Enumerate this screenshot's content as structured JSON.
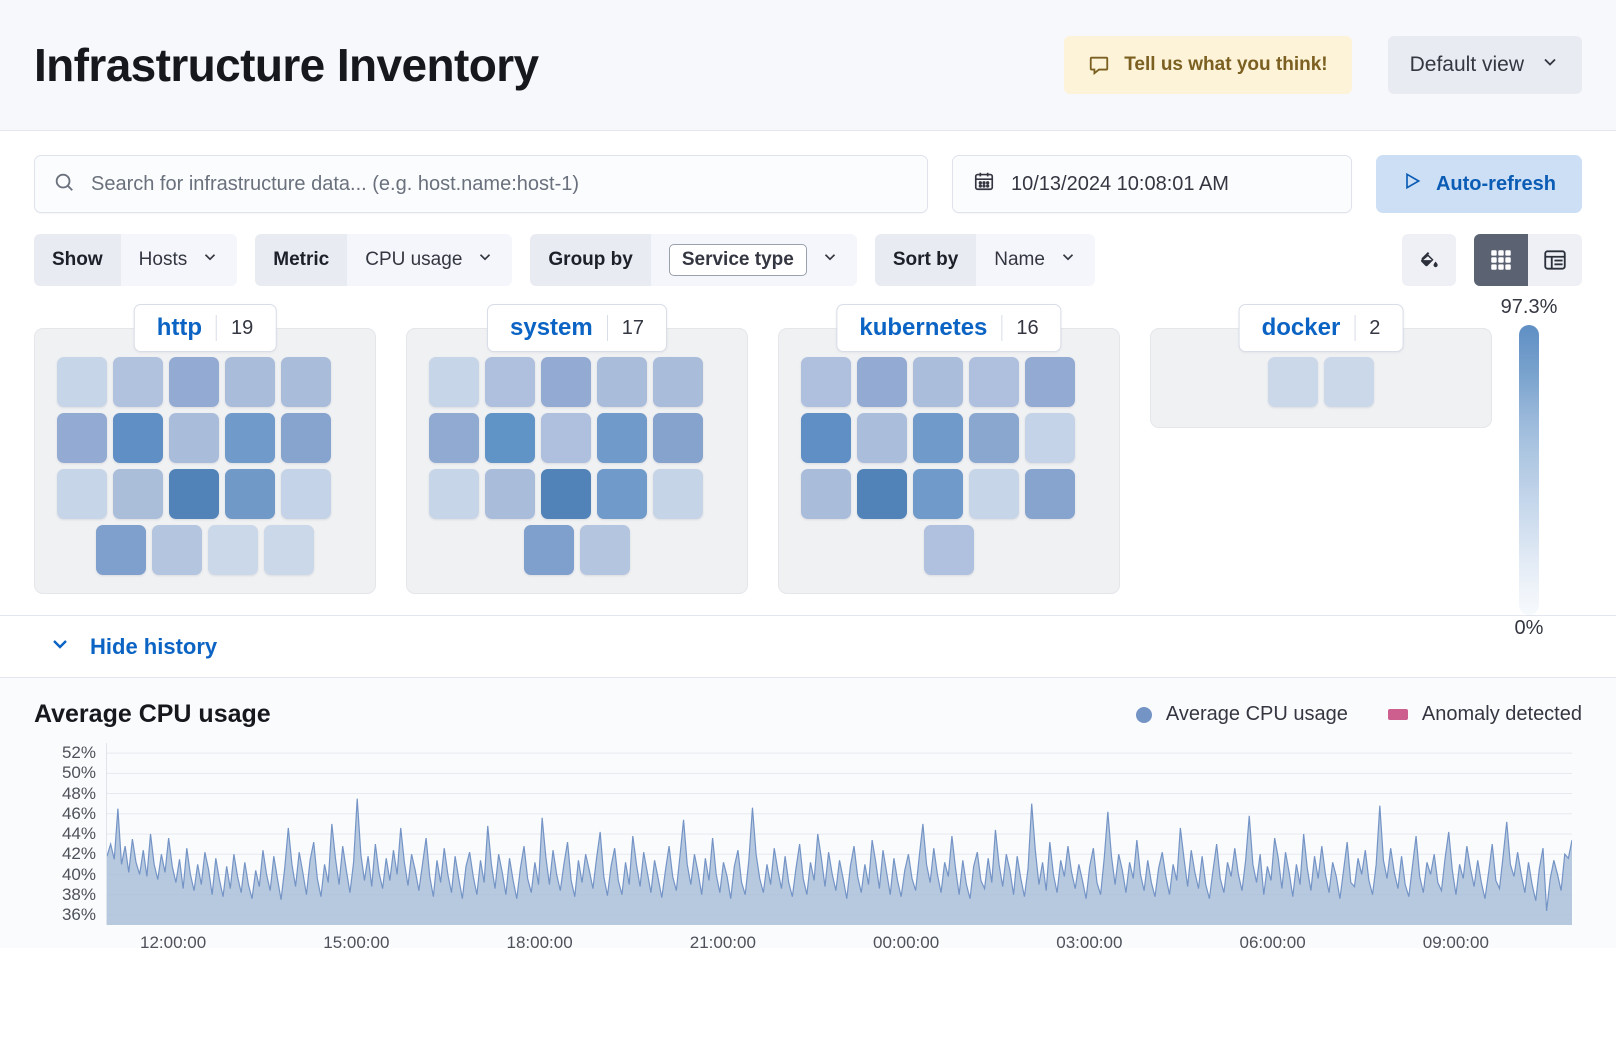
{
  "header": {
    "title": "Infrastructure Inventory",
    "feedback_label": "Tell us what you think!",
    "feedback_icon": "chat-icon",
    "view_label": "Default view",
    "view_chevron": "chevron-down-icon"
  },
  "search": {
    "icon": "search-icon",
    "placeholder": "Search for infrastructure data... (e.g. host.name:host-1)",
    "value": ""
  },
  "datepicker": {
    "icon": "calendar-icon",
    "value": "10/13/2024 10:08:01 AM"
  },
  "autorefresh": {
    "icon": "play-icon",
    "label": "Auto-refresh"
  },
  "filters": [
    {
      "label": "Show",
      "value": "Hosts",
      "boxed": false,
      "icon": "chevron-down-icon"
    },
    {
      "label": "Metric",
      "value": "CPU usage",
      "boxed": false,
      "icon": "chevron-down-icon"
    },
    {
      "label": "Group by",
      "value": "Service type",
      "boxed": true,
      "icon": "chevron-down-icon"
    },
    {
      "label": "Sort by",
      "value": "Name",
      "boxed": false,
      "icon": "chevron-down-icon"
    }
  ],
  "view_tools": {
    "legend_button_icon": "paint-bucket-icon",
    "grid_view_icon": "grid-view-icon",
    "table_view_icon": "table-view-icon",
    "active_view": "grid"
  },
  "legend_scale": {
    "max": "97.3%",
    "min": "0%",
    "color_high": "#5f8fc4",
    "color_low": "#f7fafd"
  },
  "groups": [
    {
      "name": "http",
      "count": "19",
      "rows": [
        {
          "center": false,
          "cells": [
            "#c7d5e8",
            "#b0c2de",
            "#93abd2",
            "#a9bddb",
            "#a9bddb"
          ]
        },
        {
          "center": false,
          "cells": [
            "#93abd2",
            "#5f8fc4",
            "#a9bddb",
            "#6f9ac9",
            "#87a4ce"
          ]
        },
        {
          "center": false,
          "cells": [
            "#c7d5e8",
            "#aabed9",
            "#5183b9",
            "#7099c8",
            "#c4d3e7"
          ]
        },
        {
          "center": true,
          "cells": [
            "#7f9fcc",
            "#b4c5e0",
            "#cbd8ea",
            "#cbd8ea"
          ]
        }
      ]
    },
    {
      "name": "system",
      "count": "17",
      "rows": [
        {
          "center": false,
          "cells": [
            "#c7d5e8",
            "#aec0dd",
            "#93abd2",
            "#a9bddb",
            "#a9bddb"
          ]
        },
        {
          "center": false,
          "cells": [
            "#91aad2",
            "#6093c6",
            "#aec0dd",
            "#6f9ac9",
            "#86a3cd"
          ]
        },
        {
          "center": false,
          "cells": [
            "#c7d5e8",
            "#a9bddb",
            "#5183b9",
            "#6f9ac9",
            "#c6d4e7"
          ]
        },
        {
          "center": true,
          "cells": [
            "#7f9fcc",
            "#b4c5e0"
          ]
        }
      ]
    },
    {
      "name": "kubernetes",
      "count": "16",
      "rows": [
        {
          "center": false,
          "cells": [
            "#aec0dd",
            "#93abd2",
            "#aabedb",
            "#aec0dd",
            "#93abd2"
          ]
        },
        {
          "center": false,
          "cells": [
            "#5f8fc4",
            "#aabedb",
            "#6f9ac9",
            "#8aa7cf",
            "#c4d3e7"
          ]
        },
        {
          "center": false,
          "cells": [
            "#a9bddb",
            "#5183b9",
            "#6f9ac9",
            "#c7d5e8",
            "#87a4ce"
          ]
        },
        {
          "center": true,
          "cells": [
            "#afc1de"
          ]
        }
      ]
    },
    {
      "name": "docker",
      "count": "2",
      "rows": [
        {
          "center": true,
          "cells": [
            "#cbd8ea",
            "#cbd8ea"
          ]
        }
      ]
    }
  ],
  "history": {
    "toggle_label": "Hide history",
    "toggle_icon": "chevron-down-icon"
  },
  "chart_data": {
    "type": "area",
    "title": "Average CPU usage",
    "xlabel": "",
    "ylabel": "",
    "ylim": [
      35,
      53
    ],
    "grid": true,
    "legend_position": "top-right",
    "legend": [
      {
        "name": "Average CPU usage",
        "color": "#7494c6",
        "marker": "dot"
      },
      {
        "name": "Anomaly detected",
        "color": "#cc5f8e",
        "marker": "square"
      }
    ],
    "yticks": [
      "52%",
      "50%",
      "48%",
      "46%",
      "44%",
      "42%",
      "40%",
      "38%",
      "36%"
    ],
    "ytick_values": [
      52,
      50,
      48,
      46,
      44,
      42,
      40,
      38,
      36
    ],
    "xticks": [
      "12:00:00",
      "15:00:00",
      "18:00:00",
      "21:00:00",
      "00:00:00",
      "03:00:00",
      "06:00:00",
      "09:00:00"
    ],
    "series": [
      {
        "name": "Average CPU usage",
        "color": "#7494c6",
        "fill": "#aabfd9",
        "values": [
          41.8,
          43.0,
          41.5,
          46.5,
          41.0,
          42.8,
          40.2,
          43.5,
          41.2,
          40.0,
          42.4,
          39.8,
          44.0,
          41.0,
          39.5,
          42.0,
          40.2,
          43.6,
          40.8,
          39.2,
          41.5,
          38.6,
          42.6,
          40.0,
          38.4,
          41.0,
          39.0,
          42.2,
          40.5,
          38.0,
          41.6,
          39.5,
          37.8,
          40.8,
          38.6,
          42.0,
          39.8,
          38.2,
          41.2,
          39.0,
          37.6,
          40.4,
          38.8,
          42.4,
          40.0,
          38.4,
          41.8,
          39.6,
          37.5,
          40.6,
          44.6,
          41.0,
          38.8,
          42.2,
          40.2,
          38.0,
          41.4,
          43.2,
          39.6,
          37.8,
          41.0,
          39.2,
          45.0,
          41.6,
          39.0,
          42.8,
          40.4,
          38.2,
          41.2,
          47.5,
          42.0,
          39.4,
          41.8,
          38.8,
          43.0,
          40.2,
          38.6,
          41.6,
          39.4,
          42.4,
          40.0,
          44.6,
          41.2,
          38.9,
          42.0,
          40.4,
          38.4,
          41.0,
          43.6,
          39.8,
          37.8,
          41.4,
          39.2,
          42.6,
          40.0,
          38.2,
          41.8,
          39.6,
          37.6,
          40.8,
          42.2,
          39.8,
          38.0,
          41.4,
          39.2,
          44.8,
          41.0,
          38.6,
          42.0,
          40.2,
          38.0,
          41.6,
          39.4,
          37.6,
          40.6,
          42.8,
          39.6,
          38.2,
          41.2,
          39.0,
          45.6,
          41.8,
          39.0,
          42.4,
          40.0,
          38.4,
          41.0,
          43.2,
          39.4,
          37.8,
          41.4,
          39.2,
          42.0,
          40.4,
          38.6,
          41.6,
          44.2,
          39.8,
          37.9,
          40.8,
          42.6,
          39.4,
          38.0,
          41.2,
          39.0,
          43.8,
          41.0,
          38.8,
          42.2,
          40.2,
          38.2,
          41.4,
          39.6,
          37.7,
          40.4,
          42.8,
          39.8,
          38.4,
          41.8,
          45.4,
          41.0,
          39.0,
          42.0,
          40.2,
          38.0,
          41.6,
          39.4,
          43.6,
          40.0,
          38.2,
          41.2,
          39.8,
          37.6,
          40.8,
          42.4,
          39.2,
          38.0,
          41.4,
          46.6,
          42.0,
          39.6,
          38.2,
          41.0,
          39.0,
          42.6,
          40.4,
          38.6,
          41.8,
          39.2,
          37.8,
          40.6,
          43.0,
          39.6,
          38.0,
          41.2,
          39.4,
          44.0,
          41.6,
          38.8,
          42.2,
          40.0,
          38.4,
          41.4,
          39.6,
          37.6,
          40.8,
          42.8,
          39.8,
          38.2,
          41.0,
          39.0,
          43.4,
          41.2,
          38.6,
          42.4,
          40.2,
          38.0,
          41.6,
          39.4,
          37.8,
          40.4,
          42.0,
          39.6,
          38.4,
          41.8,
          45.0,
          41.0,
          39.2,
          42.6,
          40.0,
          38.2,
          41.2,
          39.8,
          43.8,
          40.6,
          38.0,
          41.4,
          39.0,
          37.6,
          40.8,
          42.2,
          39.4,
          38.6,
          41.6,
          39.2,
          44.4,
          41.0,
          38.8,
          42.0,
          40.4,
          38.0,
          41.8,
          39.6,
          37.8,
          40.6,
          47.0,
          42.4,
          39.0,
          41.2,
          38.4,
          43.2,
          40.0,
          38.2,
          41.4,
          39.8,
          42.8,
          40.2,
          38.6,
          41.0,
          39.4,
          37.6,
          40.8,
          42.6,
          39.2,
          38.0,
          41.6,
          46.2,
          41.8,
          39.0,
          42.0,
          40.4,
          38.2,
          41.2,
          39.6,
          43.4,
          40.0,
          38.4,
          41.4,
          39.2,
          37.8,
          40.6,
          42.2,
          39.8,
          38.0,
          41.0,
          39.4,
          44.6,
          41.6,
          38.8,
          42.4,
          40.2,
          38.6,
          41.8,
          39.0,
          37.6,
          40.4,
          43.0,
          39.6,
          38.2,
          41.2,
          39.8,
          42.6,
          40.0,
          38.4,
          41.4,
          45.8,
          41.0,
          39.2,
          42.0,
          38.0,
          40.8,
          39.4,
          43.6,
          41.6,
          38.6,
          42.2,
          40.2,
          37.8,
          41.0,
          39.0,
          44.0,
          40.6,
          38.4,
          41.8,
          39.6,
          42.8,
          40.0,
          38.2,
          41.2,
          39.8,
          37.6,
          40.4,
          43.2,
          39.2,
          38.8,
          41.6,
          40.0,
          42.4,
          39.4,
          38.0,
          41.0,
          46.8,
          41.4,
          39.6,
          42.6,
          40.2,
          38.6,
          41.8,
          39.0,
          37.8,
          40.8,
          43.8,
          39.8,
          38.2,
          41.2,
          40.0,
          42.0,
          39.2,
          38.4,
          41.6,
          44.2,
          40.4,
          38.0,
          41.0,
          39.6,
          42.8,
          40.6,
          38.8,
          41.4,
          39.2,
          37.6,
          40.2,
          43.0,
          39.4,
          38.6,
          41.8,
          45.2,
          41.0,
          39.8,
          42.2,
          40.0,
          38.2,
          41.2,
          39.0,
          37.4,
          40.6,
          42.6,
          36.4,
          39.6,
          41.4,
          40.0,
          38.4,
          42.0,
          41.6,
          43.4
        ]
      }
    ]
  }
}
